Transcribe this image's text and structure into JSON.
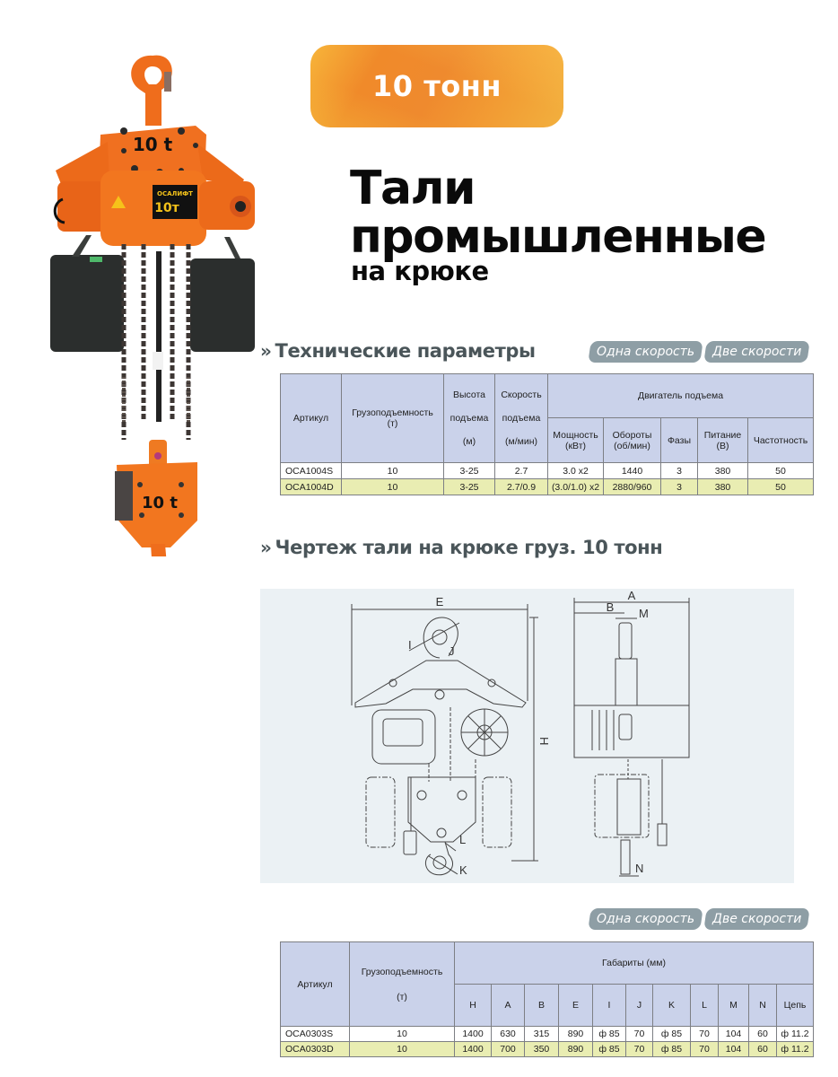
{
  "badge": {
    "label": "10 тонн",
    "colors": [
      "#f7b53a",
      "#f08a2a",
      "#f2b03e"
    ]
  },
  "title": {
    "line1": "Тали",
    "line2": "промышленные",
    "subtitle": "на крюке"
  },
  "product_photo": {
    "description": "orange electric chain hoist with hook",
    "top_plate_label": "10 t",
    "brand_plate": "ОСАЛИФТ",
    "brand_plate_capacity": "10т",
    "hook_block_label": "10 t",
    "body_color": "#ef6a1a"
  },
  "tech_section": {
    "title": "Технические параметры",
    "tags": [
      "Одна скорость",
      "Две скорости"
    ],
    "table": {
      "headers": {
        "article": "Артикул",
        "capacity": [
          "Грузоподъемность",
          "(т)"
        ],
        "height": [
          "Высота",
          "подъема",
          "(м)"
        ],
        "speed": [
          "Скорость",
          "подъема",
          "(м/мин)"
        ],
        "motor_group": "Двигатель подъема",
        "power": [
          "Мощность",
          "(кВт)"
        ],
        "rpm": [
          "Обороты",
          "(об/мин)"
        ],
        "phases": "Фазы",
        "voltage": [
          "Питание",
          "(В)"
        ],
        "frequency": "Частотность"
      },
      "rows": [
        {
          "article": "OCA1004S",
          "capacity": "10",
          "height": "3-25",
          "speed": "2.7",
          "power": "3.0 x2",
          "rpm": "1440",
          "phases": "3",
          "voltage": "380",
          "frequency": "50"
        },
        {
          "article": "OCA1004D",
          "capacity": "10",
          "height": "3-25",
          "speed": "2.7/0.9",
          "power": "(3.0/1.0) x2",
          "rpm": "2880/960",
          "phases": "3",
          "voltage": "380",
          "frequency": "50"
        }
      ]
    }
  },
  "drawing_section": {
    "title": "Чертеж тали на крюке груз. 10 тонн",
    "labels": {
      "E": "E",
      "H": "H",
      "I": "I",
      "J": "J",
      "K": "K",
      "L": "L",
      "A": "A",
      "B": "B",
      "M": "M",
      "N": "N"
    }
  },
  "dims_section": {
    "tags": [
      "Одна скорость",
      "Две скорости"
    ],
    "table": {
      "headers": {
        "article": "Артикул",
        "capacity": [
          "Грузоподъемность",
          "(т)"
        ],
        "group": "Габариты (мм)",
        "cols": [
          "H",
          "A",
          "B",
          "E",
          "I",
          "J",
          "K",
          "L",
          "M",
          "N",
          "Цепь"
        ]
      },
      "rows": [
        {
          "article": "OCA0303S",
          "capacity": "10",
          "values": [
            "1400",
            "630",
            "315",
            "890",
            "ф 85",
            "70",
            "ф 85",
            "70",
            "104",
            "60",
            "ф 11.2"
          ]
        },
        {
          "article": "OCA0303D",
          "capacity": "10",
          "values": [
            "1400",
            "700",
            "350",
            "890",
            "ф 85",
            "70",
            "ф 85",
            "70",
            "104",
            "60",
            "ф 11.2"
          ]
        }
      ]
    }
  }
}
